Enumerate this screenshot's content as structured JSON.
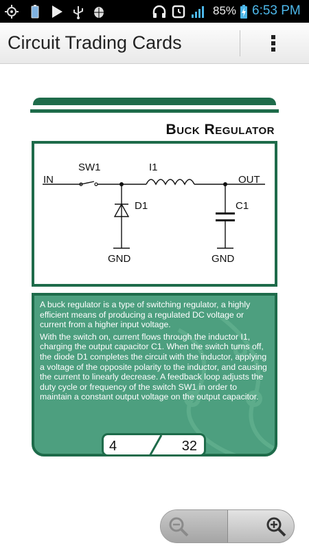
{
  "status_bar": {
    "battery_percent": "85%",
    "time": "6:53 PM",
    "icons": [
      "usb-settings-icon",
      "battery-icon",
      "play-store-icon",
      "usb-icon",
      "android-debug-icon",
      "headphones-icon",
      "alarm-icon",
      "signal-icon",
      "charging-battery-icon"
    ]
  },
  "action_bar": {
    "title": "Circuit Trading Cards",
    "overflow_icon": "overflow-menu-icon"
  },
  "card": {
    "name": "Buck Regulator",
    "schematic": {
      "in": "IN",
      "sw1": "SW1",
      "i1": "I1",
      "out": "OUT",
      "d1": "D1",
      "c1": "C1",
      "gnd_left": "GND",
      "gnd_right": "GND"
    },
    "description": [
      "A buck regulator is a type of switching regulator, a highly efficient means of producing a regulated DC voltage or current from a higher input voltage.",
      "With the switch on, current flows through the inductor I1, charging the output capacitor C1. When the switch turns off, the diode D1 completes the circuit with the inductor, applying a voltage of the opposite polarity to the inductor, and causing the current to linearly decrease. A feedback loop adjusts the duty cycle or frequency of the switch SW1 in order to maintain a constant output voltage on the output capacitor."
    ],
    "number": "4",
    "total": "32",
    "colors": {
      "dark_green": "#1e6b4a",
      "light_green": "#4d9f7f"
    }
  },
  "zoom": {
    "zoom_out_icon": "zoom-out-icon",
    "zoom_in_icon": "zoom-in-icon"
  }
}
